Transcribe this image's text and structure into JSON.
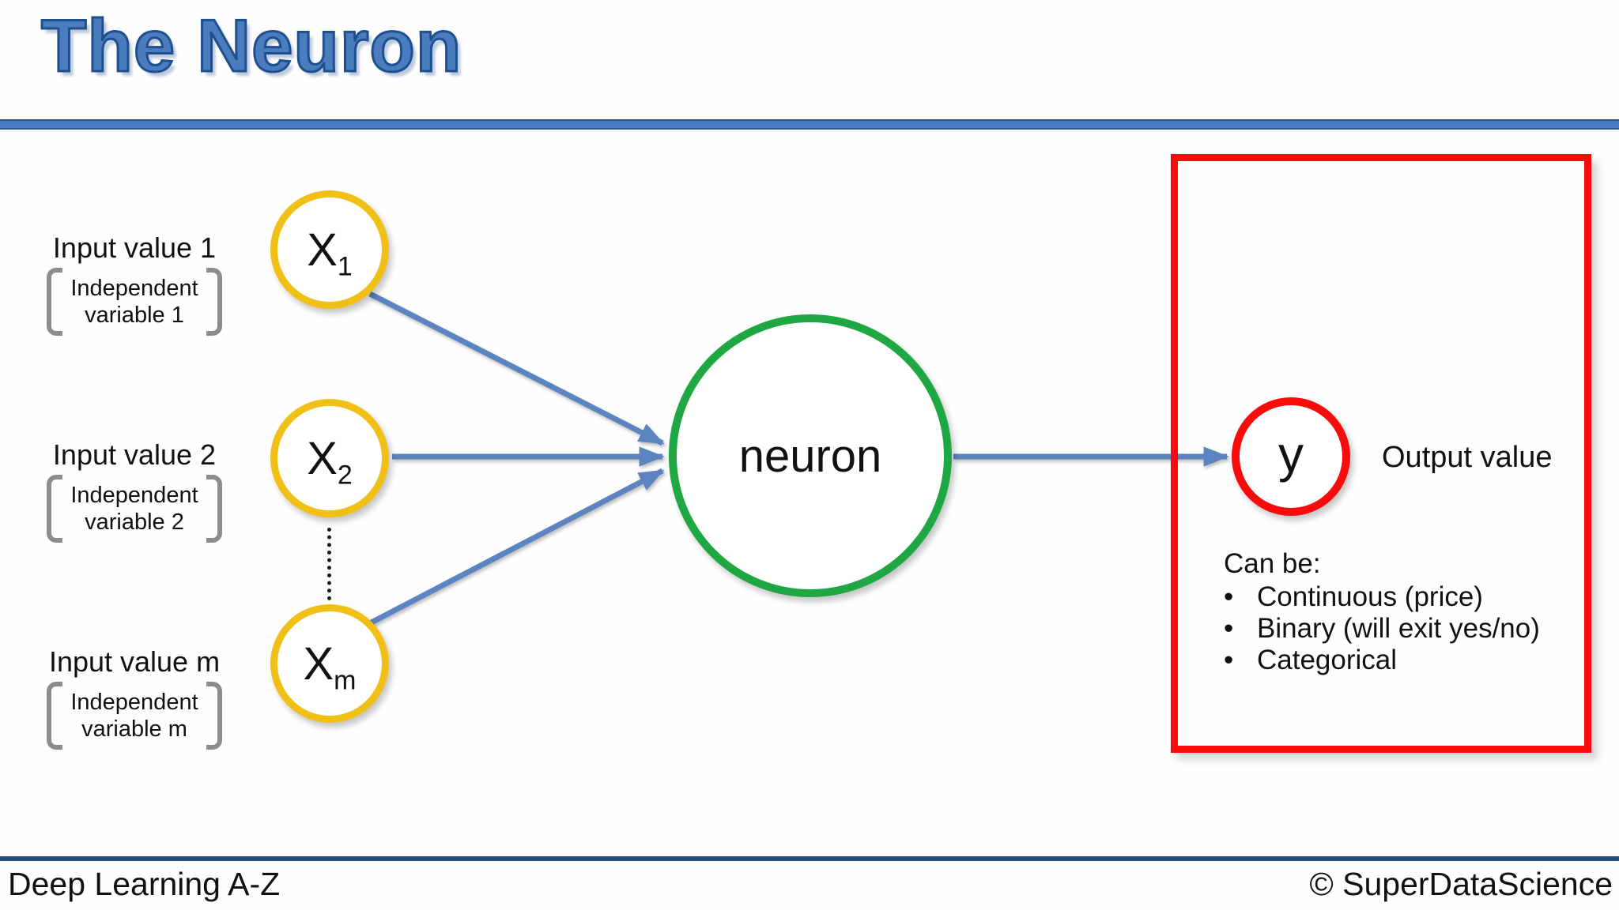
{
  "header": {
    "title": "The Neuron"
  },
  "inputs": [
    {
      "label": "Input value 1",
      "node_base": "X",
      "node_subscript": "1",
      "sub_line1": "Independent",
      "sub_line2": "variable 1"
    },
    {
      "label": "Input value 2",
      "node_base": "X",
      "node_subscript": "2",
      "sub_line1": "Independent",
      "sub_line2": "variable 2"
    },
    {
      "label": "Input value m",
      "node_base": "X",
      "node_subscript": "m",
      "sub_line1": "Independent",
      "sub_line2": "variable m"
    }
  ],
  "neuron": {
    "label": "neuron"
  },
  "output": {
    "node_label": "y",
    "value_label": "Output value",
    "can_be_title": "Can be:",
    "bullet": "•",
    "items": [
      "Continuous (price)",
      "Binary (will exit yes/no)",
      "Categorical"
    ]
  },
  "footer": {
    "left": "Deep Learning A-Z",
    "right": "© SuperDataScience"
  },
  "colors": {
    "yellow": "#F0C017",
    "green": "#1FA743",
    "red": "#F90B0B",
    "arrow": "#5B84C1",
    "title_fill": "#4A7CBE",
    "title_stroke": "#1E4F8F",
    "rule_fill": "#4B7CBE",
    "rule_edge": "#2A549B",
    "footer_rule": "#26497C",
    "bracket_gray": "#8C8C8C",
    "ink": "#111111"
  }
}
